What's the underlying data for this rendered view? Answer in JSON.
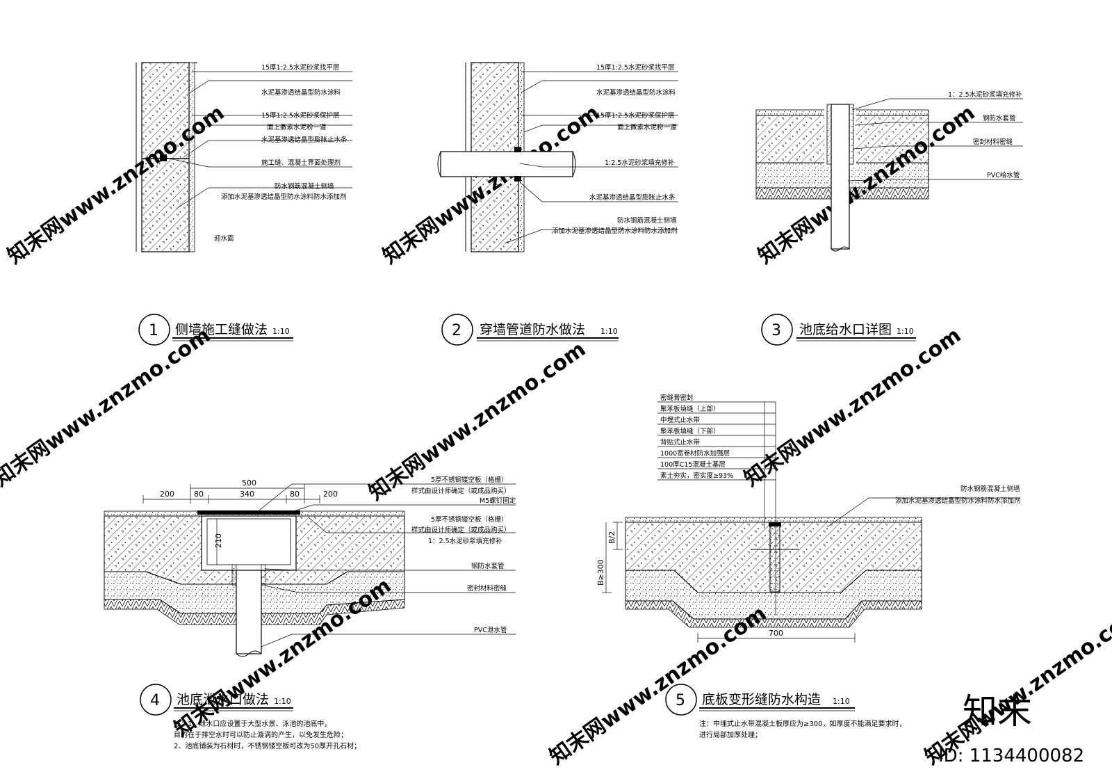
{
  "details": [
    {
      "number": "1",
      "title": "侧墙施工缝做法",
      "scale": "1:10",
      "labels": [
        "15厚1:2.5水泥砂浆找平层",
        "水泥基渗透结晶型防水涂料",
        "15厚1:2.5水泥砂浆保护层",
        "面上撒素水泥粉一道",
        "水泥基渗透结晶型膨胀止水条",
        "施工缝、混凝土界面处理剂",
        "防水钢筋混凝土侧墙",
        "添加水泥基渗透结晶型防水涂料防水添加剂"
      ],
      "extra": "迎水面"
    },
    {
      "number": "2",
      "title": "穿墙管道防水做法",
      "scale": "1:10",
      "labels": [
        "15厚1:2.5水泥砂浆找平层",
        "水泥基渗透结晶型防水涂料",
        "15厚1:2.5水泥砂浆保护层",
        "面上撒素水泥粉一道",
        "1:2.5水泥砂浆填充修补",
        "水泥基渗透结晶型膨胀止水条",
        "防水钢筋混凝土侧墙",
        "添加水泥基渗透结晶型防水涂料防水添加剂"
      ]
    },
    {
      "number": "3",
      "title": "池底给水口详图",
      "scale": "1:10",
      "labels": [
        "1：2.5水泥砂浆填充修补",
        "钢防水套管",
        "密封材料密缝",
        "PVC给水管"
      ]
    },
    {
      "number": "4",
      "title": "池底泄水口做法",
      "scale": "1:10",
      "labels": [
        "5厚不锈钢镂空板（格栅）",
        "样式由设计师确定（或成品购买）",
        "M5螺钉固定",
        "5厚不锈钢镂空板（格栅）",
        "样式由设计师确定（或成品购买）",
        "1：2.5水泥砂浆填充修补",
        "钢防水套管",
        "密封材料密缝",
        "PVC泄水管"
      ],
      "dims": [
        "500",
        "200",
        "80",
        "340",
        "80",
        "200",
        "210"
      ],
      "notes": [
        "注：1、泄水口应设置于大型水景、泳池的池底中，",
        "目的在于排空水时可以防止漩涡的产生，以免发生危险；",
        "2、池底铺装为石材时，不锈钢镂空板可改为50厚开孔石材；"
      ]
    },
    {
      "number": "5",
      "title": "底板变形缝防水构造",
      "scale": "1:10",
      "stack": [
        "密缝膏密封",
        "聚苯板填缝（上部）",
        "中埋式止水带",
        "聚苯板填缝（下部）",
        "背贴式止水带",
        "1000宽卷材防水加强层",
        "100厚C15混凝土基层",
        "素土夯实，密实度≥93%"
      ],
      "labels": [
        "防水钢筋混凝土侧墙",
        "添加水泥基渗透结晶型防水涂料防水添加剂"
      ],
      "dims": [
        "B/2",
        "B≥300",
        "700"
      ],
      "notes": [
        "注：中埋式止水带混凝土板厚应为≥300，如厚度不能满足要求时，",
        "进行局部加厚处理；"
      ]
    }
  ],
  "watermark": {
    "text": "知末网www.znzmo.com",
    "brand": "知末",
    "id": "ID: 1134400082"
  }
}
